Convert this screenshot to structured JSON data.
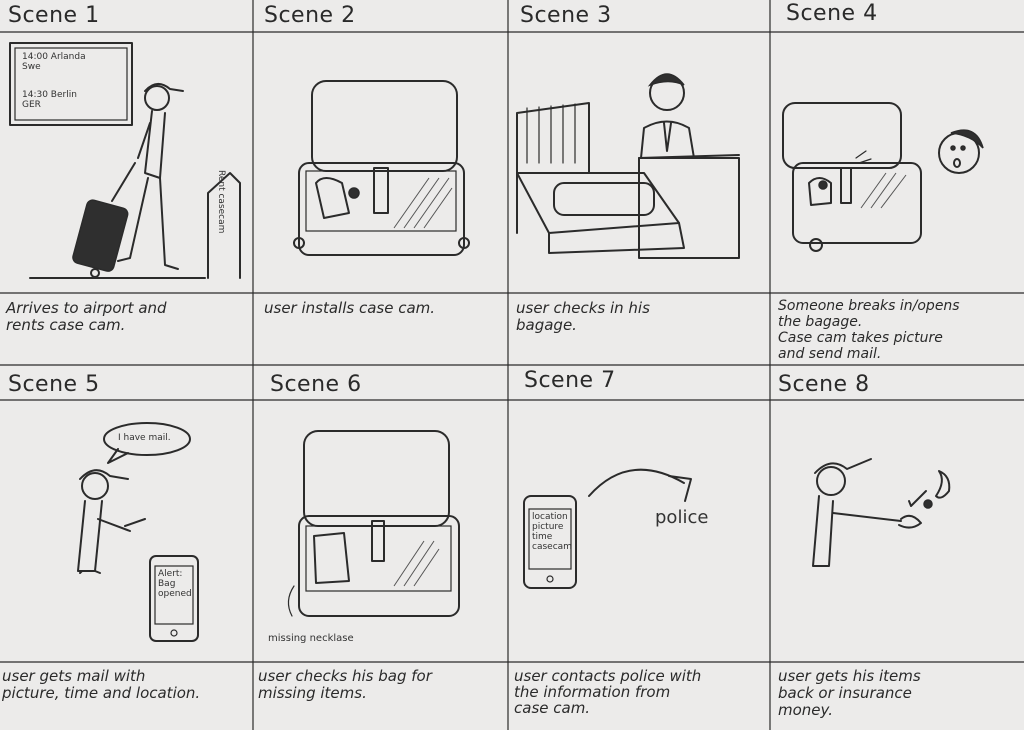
{
  "scenes": [
    {
      "title": "Scene 1",
      "caption": "Arrives to airport and\nrents case cam."
    },
    {
      "title": "Scene 2",
      "caption": "user installs case cam."
    },
    {
      "title": "Scene 3",
      "caption": "user checks in his\nbagage."
    },
    {
      "title": "Scene 4",
      "caption": "Someone breaks in/opens\nthe bagage.\nCase cam takes picture\nand send mail."
    },
    {
      "title": "Scene 5",
      "caption": "user gets mail with\npicture, time and location."
    },
    {
      "title": "Scene 6",
      "caption": "user checks his bag for\nmissing items."
    },
    {
      "title": "Scene 7",
      "caption": "user contacts police with\nthe information from\ncase cam."
    },
    {
      "title": "Scene 8",
      "caption": "user gets his items\nback or insurance\nmoney."
    }
  ],
  "notes": {
    "board_line1": "14:00 Arlanda\nSwe",
    "board_line2": "14:30 Berlin\nGER",
    "rent_sign": "Rent casecam",
    "speech": "I have mail.",
    "alert": "Alert:\nBag\nopened",
    "missing": "missing necklase",
    "phone_info": "location\npicture\ntime\ncasecam",
    "police": "police"
  }
}
